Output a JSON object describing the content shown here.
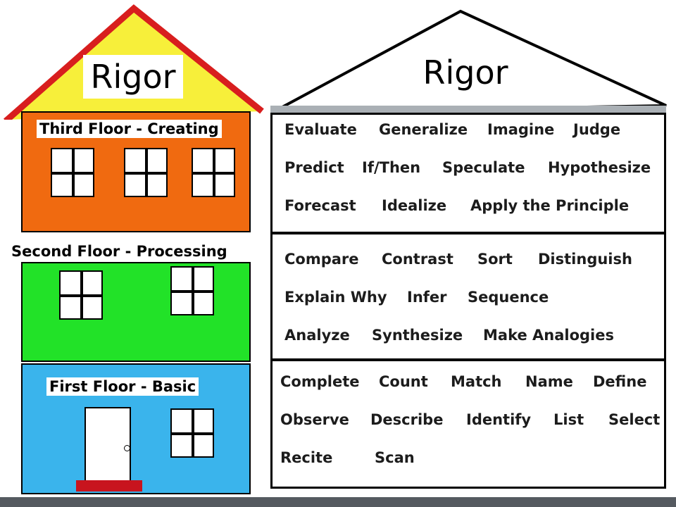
{
  "left_house": {
    "roof_title": "Rigor",
    "floors": {
      "third": "Third Floor - Creating",
      "second": "Second Floor - Processing",
      "first": "First Floor - Basic"
    },
    "colors": {
      "roof": "#f7ef3a",
      "roof_outline": "#d81e1e",
      "third_floor": "#f06a10",
      "second_floor": "#22e228",
      "first_floor": "#3ab4ec",
      "doorstep": "#c8141e"
    }
  },
  "right_house": {
    "roof_title": "Rigor",
    "third_floor_verbs": [
      "Evaluate",
      "Generalize",
      "Imagine",
      "Judge",
      "Predict",
      "If/Then",
      "Speculate",
      "Hypothesize",
      "Forecast",
      "Idealize",
      "Apply the Principle"
    ],
    "second_floor_verbs": [
      "Compare",
      "Contrast",
      "Sort",
      "Distinguish",
      "Explain Why",
      "Infer",
      "Sequence",
      "Analyze",
      "Synthesize",
      "Make Analogies"
    ],
    "first_floor_verbs": [
      "Complete",
      "Count",
      "Match",
      "Name",
      "Define",
      "Observe",
      "Describe",
      "Identify",
      "List",
      "Select",
      "Recite",
      "Scan"
    ]
  }
}
